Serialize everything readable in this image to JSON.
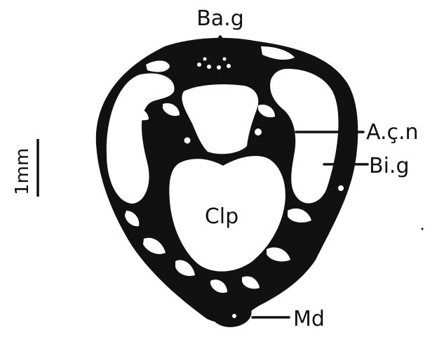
{
  "labels": {
    "basal_groove": "Ba.g",
    "accessory_canal": "A.ç.n",
    "lateral_groove": "Bi.g",
    "central_cavity": "Clp",
    "mid_region": "Md",
    "scale_bar": "1mm"
  },
  "colors": {
    "ink": "#111111",
    "paper": "#ffffff"
  }
}
